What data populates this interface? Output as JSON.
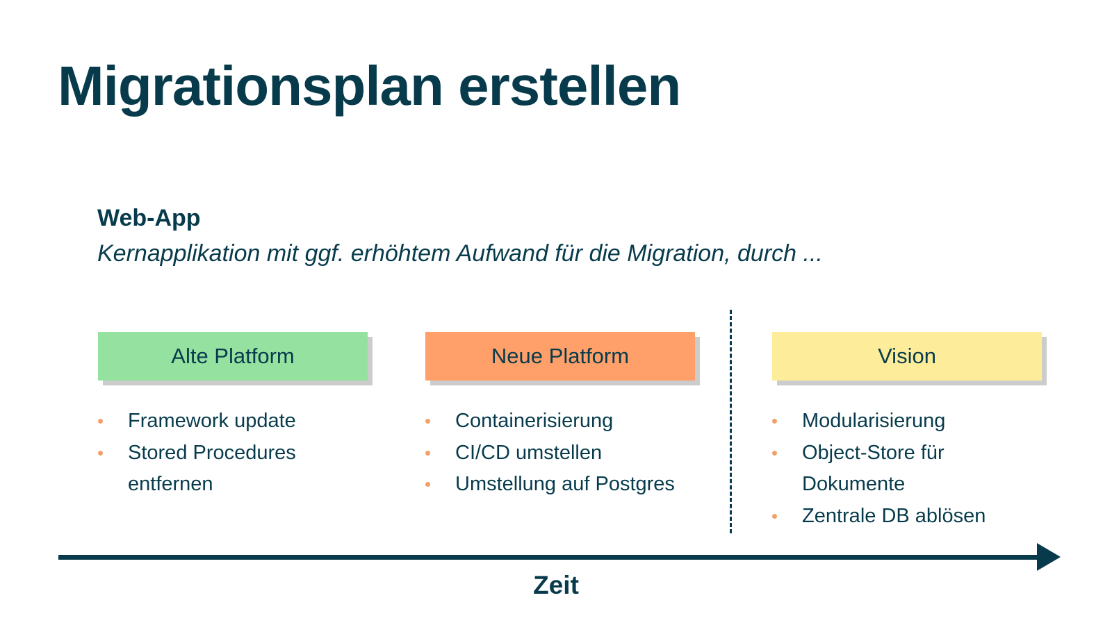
{
  "title": "Migrationsplan erstellen",
  "section": {
    "title": "Web-App",
    "subtitle": "Kernapplikation mit ggf. erhöhtem Aufwand für die Migration, durch ..."
  },
  "columns": [
    {
      "label": "Alte Platform",
      "color": "#95e1a0",
      "items": [
        "Framework update",
        "Stored Procedures entfernen"
      ]
    },
    {
      "label": "Neue Platform",
      "color": "#ff9f69",
      "items": [
        "Containerisierung",
        "CI/CD umstellen",
        "Umstellung auf Postgres"
      ]
    },
    {
      "label": "Vision",
      "color": "#fdec9a",
      "items": [
        "Modularisierung",
        "Object-Store für Dokumente",
        "Zentrale DB ablösen"
      ]
    }
  ],
  "timeline": {
    "label": "Zeit"
  },
  "colors": {
    "text": "#073b4c",
    "bullet": "#f4a06a",
    "shadow": "#cccccc"
  }
}
